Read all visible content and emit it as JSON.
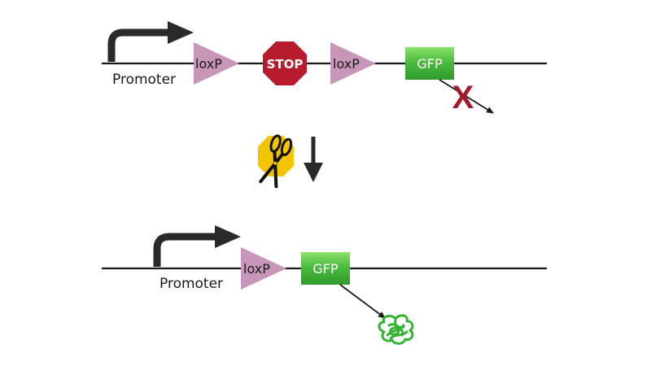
{
  "labels": {
    "promoter_top": "Promoter",
    "loxp_1": "loxP",
    "stop": "STOP",
    "loxp_2": "loxP",
    "gfp_top": "GFP",
    "blocked": "X",
    "promoter_bottom": "Promoter",
    "loxp_bottom": "loxP",
    "gfp_bottom": "GFP"
  },
  "colors": {
    "dna_line": "#1a1a1a",
    "promoter_arrow": "#2a2a2a",
    "loxp": "#c896b8",
    "stop_sign": "#b71c2c",
    "gfp_box": "#3aaa35",
    "gfp_highlight": "#7ed65a",
    "blocked_x": "#a01c2c",
    "cre_recombinase": "#f2c500",
    "gfp_protein": "#34b233"
  },
  "icons": {
    "cre": "scissors-icon",
    "transition": "down-arrow-icon",
    "protein": "folded-protein-icon"
  }
}
